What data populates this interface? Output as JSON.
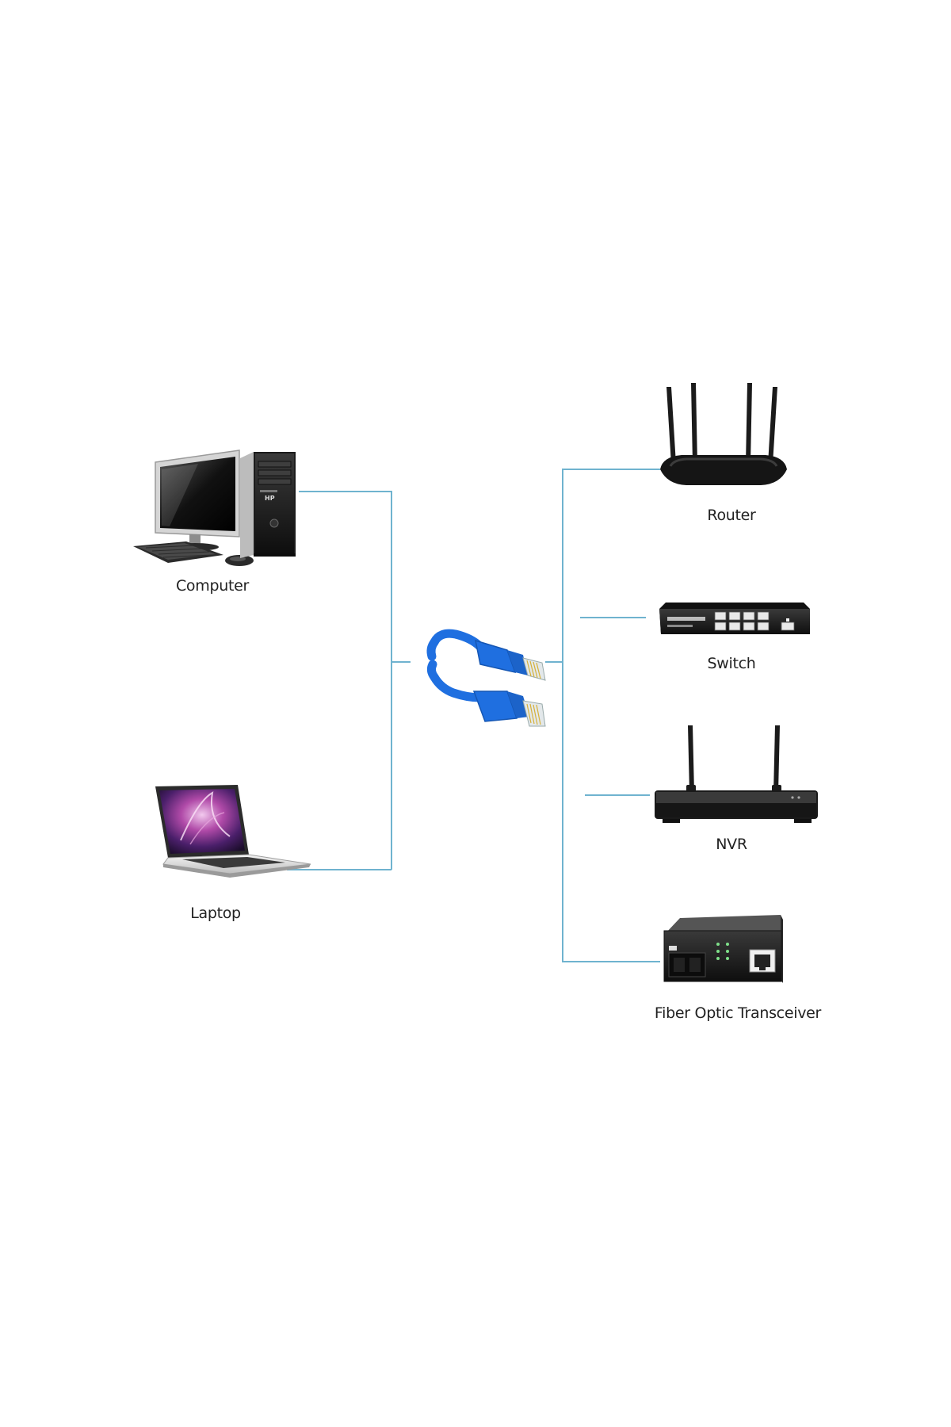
{
  "diagram": {
    "devices_left": [
      {
        "label": "Computer",
        "icon": "desktop-computer-icon"
      },
      {
        "label": "Laptop",
        "icon": "laptop-icon"
      }
    ],
    "center": {
      "icon": "ethernet-cable-icon"
    },
    "devices_right": [
      {
        "label": "Router",
        "icon": "wifi-router-icon"
      },
      {
        "label": "Switch",
        "icon": "network-switch-icon"
      },
      {
        "label": "NVR",
        "icon": "nvr-icon"
      },
      {
        "label": "Fiber Optic Transceiver",
        "icon": "fiber-transceiver-icon"
      }
    ],
    "colors": {
      "connector_line": "#6fb3cf",
      "cable": "#1f6fe0",
      "device_dark": "#1b1b1b",
      "background": "#ffffff"
    }
  }
}
